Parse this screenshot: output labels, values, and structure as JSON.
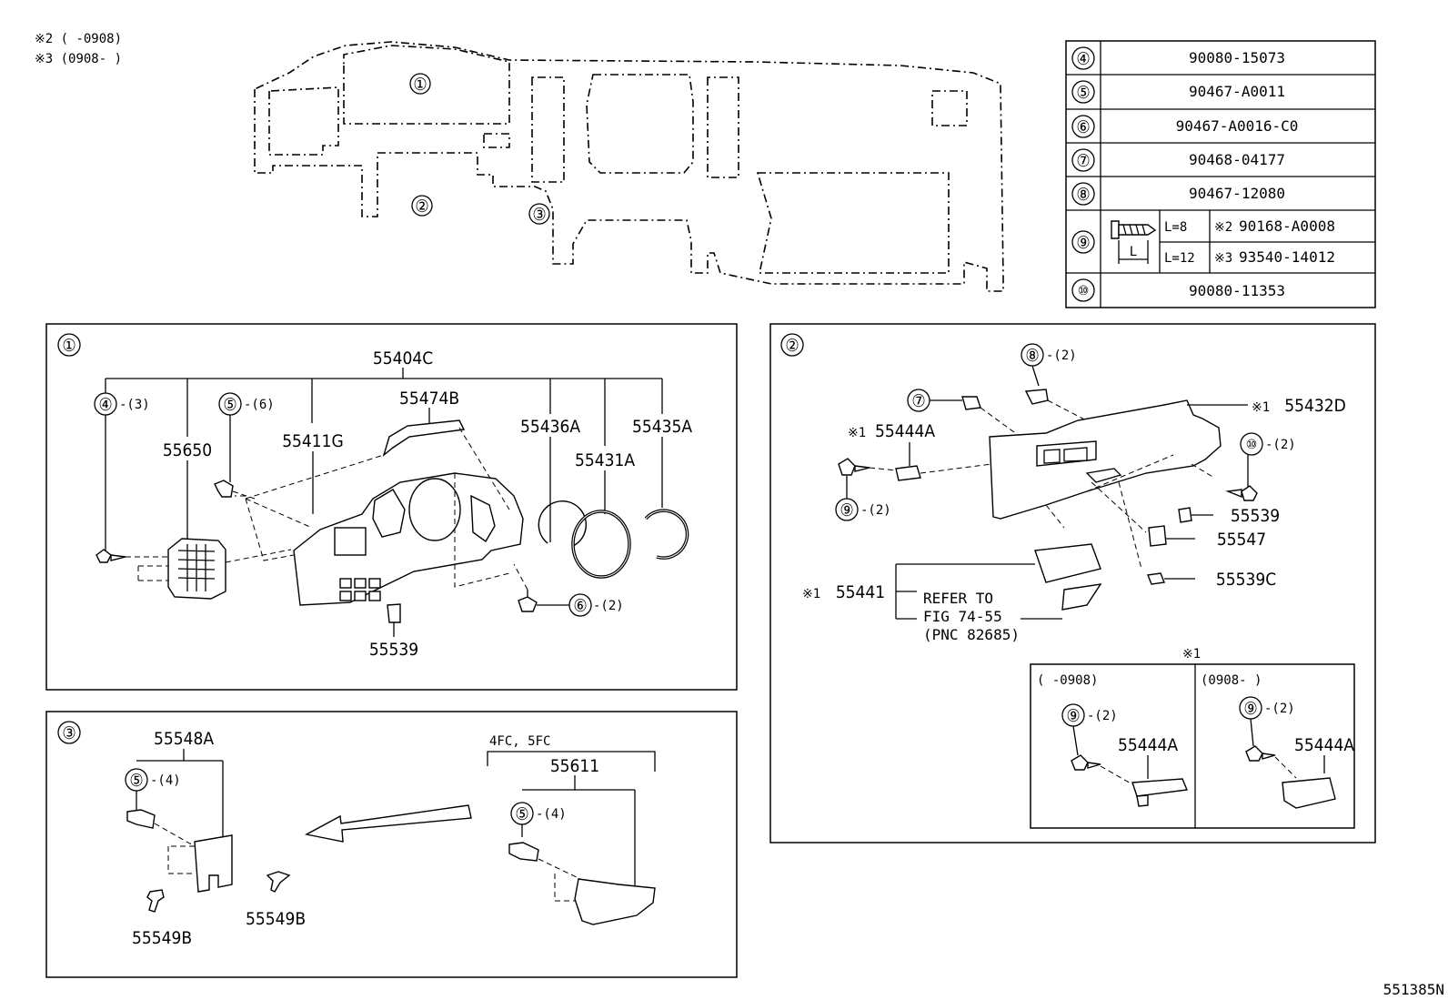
{
  "notes": {
    "note2": "※2 (   -0908)",
    "note3": "※3 (0908-   )"
  },
  "overview": {
    "callouts": [
      "①",
      "②",
      "③"
    ]
  },
  "parts_table": {
    "rows": [
      {
        "key": "④",
        "part": "90080-15073"
      },
      {
        "key": "⑤",
        "part": "90467-A0011"
      },
      {
        "key": "⑥",
        "part": "90467-A0016-C0"
      },
      {
        "key": "⑦",
        "part": "90468-04177"
      },
      {
        "key": "⑧",
        "part": "90467-12080"
      },
      {
        "key": "⑨",
        "part": "",
        "sub": [
          {
            "length": "L=8",
            "note": "※2",
            "part": "90168-A0008"
          },
          {
            "length": "L=12",
            "note": "※3",
            "part": "93540-14012"
          }
        ],
        "dim": "L"
      },
      {
        "key": "⑩",
        "part": "90080-11353"
      }
    ]
  },
  "section1": {
    "id": "①",
    "labels": {
      "assembly": "55404C",
      "p55474B": "55474B",
      "p55436A": "55436A",
      "p55435A": "55435A",
      "p55650": "55650",
      "p55411G": "55411G",
      "p55431A": "55431A",
      "p55539": "55539",
      "c4": "④",
      "c4q": "-(3)",
      "c5": "⑤",
      "c5q": "-(6)",
      "c6": "⑥",
      "c6q": "-(2)"
    }
  },
  "section2": {
    "id": "②",
    "labels": {
      "c8": "⑧",
      "c8q": "-(2)",
      "c7": "⑦",
      "n1a": "※1",
      "p55444A": "55444A",
      "n1b": "※1",
      "p55432D": "55432D",
      "c10": "⑩",
      "c10q": "-(2)",
      "c9": "⑨",
      "c9q": "-(2)",
      "p55539": "55539",
      "p55547": "55547",
      "p55539C": "55539C",
      "n1c": "※1",
      "p55441": "55441",
      "refer1": "REFER TO",
      "refer2": "FIG 74-55",
      "refer3": "(PNC 82685)"
    },
    "inset": {
      "title": "※1",
      "left": {
        "range": "(    -0908)",
        "c9": "⑨",
        "c9q": "-(2)",
        "part": "55444A"
      },
      "right": {
        "range": "(0908-    )",
        "c9": "⑨",
        "c9q": "-(2)",
        "part": "55444A"
      }
    }
  },
  "section3": {
    "id": "③",
    "labels": {
      "p55548A": "55548A",
      "c5a": "⑤",
      "c5aq": "-(4)",
      "p55549B_1": "55549B",
      "p55549B_2": "55549B",
      "grade": "4FC, 5FC",
      "p55611": "55611",
      "c5b": "⑤",
      "c5bq": "-(4)"
    }
  },
  "footer": {
    "figure_code": "551385N"
  }
}
